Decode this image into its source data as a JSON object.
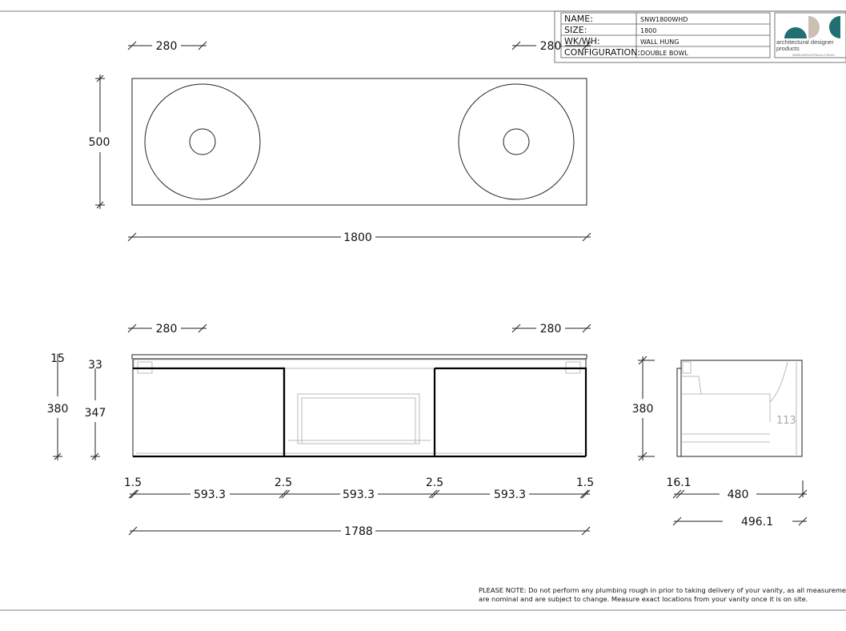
{
  "title_block": {
    "rows": [
      {
        "label": "NAME:",
        "value": "SNW1800WHD"
      },
      {
        "label": "SIZE:",
        "value": "1800"
      },
      {
        "label": "WK/WH:",
        "value": "WALL HUNG"
      },
      {
        "label": "CONFIGURATION:",
        "value": "DOUBLE BOWL"
      }
    ],
    "logo_text": "architectural designer products",
    "logo_url": "WWW.ADPAUSTRALIA.COM.AU",
    "colors": {
      "teal": "#1f6f73",
      "beige": "#c9bfb3"
    }
  },
  "plan_view": {
    "bowl_offset_left": "280",
    "bowl_offset_right": "280",
    "depth": "500",
    "width": "1800"
  },
  "front_view": {
    "bowl_offset_left": "280",
    "bowl_offset_right": "280",
    "top_thickness": "15",
    "rail": "33",
    "height": "380",
    "carcass_height": "347",
    "gaps": [
      "1.5",
      "2.5",
      "2.5",
      "1.5"
    ],
    "door_widths": [
      "593.3",
      "593.3",
      "593.3"
    ],
    "overall_width": "1788"
  },
  "side_view": {
    "height": "380",
    "internal_depth": "113",
    "door_thickness": "16.1",
    "carcass_depth": "480",
    "overall_depth": "496.1"
  },
  "note": {
    "line1": "PLEASE NOTE: Do not perform any plumbing rough in prior to taking delivery of your vanity, as all measurements",
    "line2": "are nominal and are subject to change. Measure exact locations from your vanity once it is on site."
  }
}
